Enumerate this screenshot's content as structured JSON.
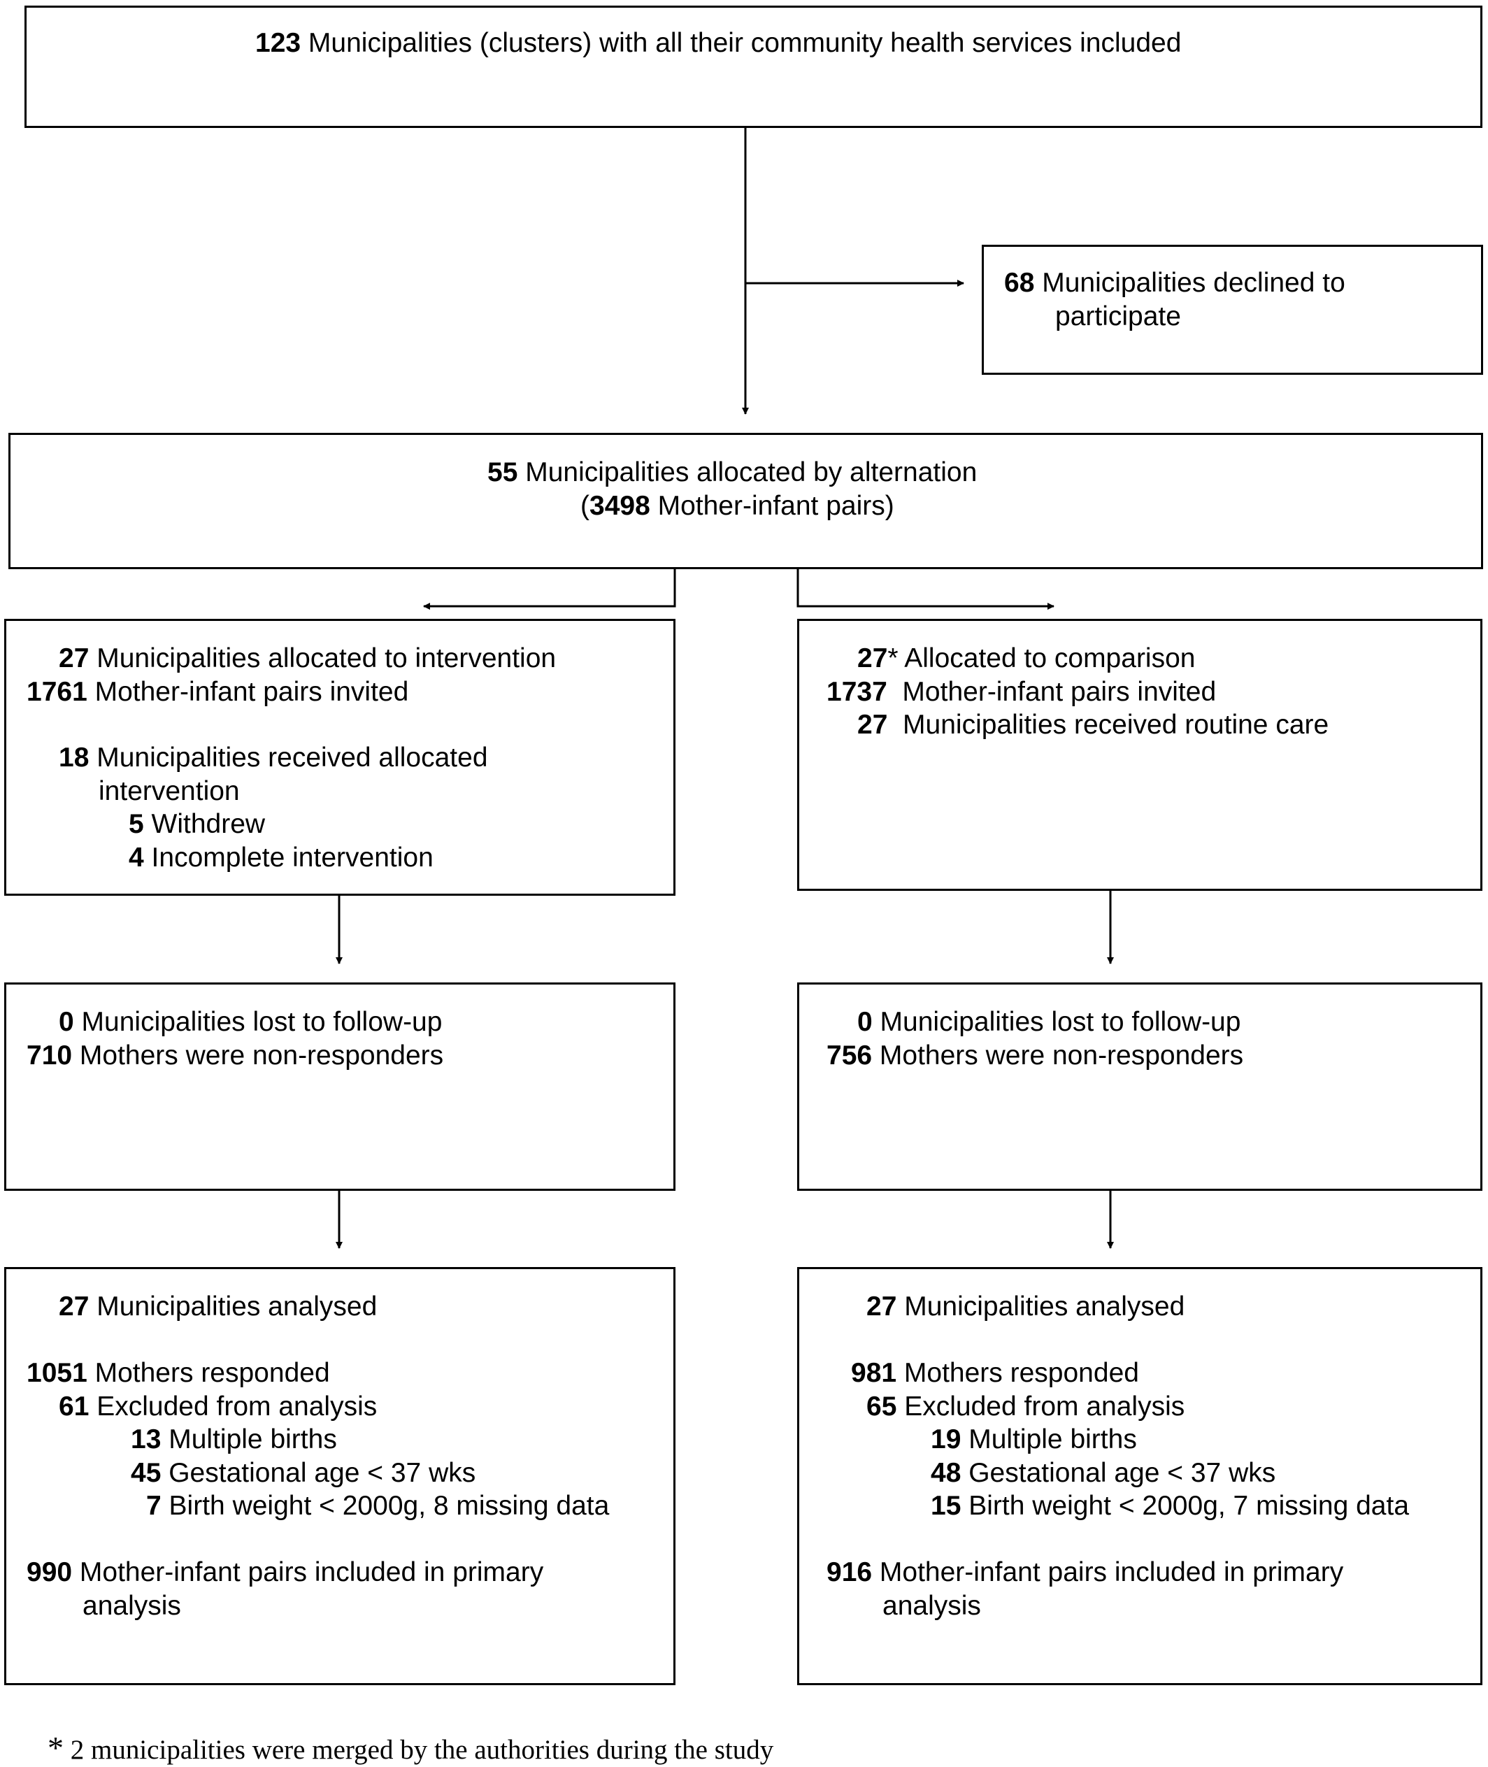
{
  "top": {
    "n": "123",
    "text": " Municipalities (clusters) with all their community health services included"
  },
  "declined": {
    "n": "68",
    "text1": " Municipalities declined to",
    "text2": "participate"
  },
  "allocated": {
    "n1": "55",
    "text1": " Municipalities allocated by alternation",
    "p_open": "(",
    "n2": "3498",
    "text2": " Mother-infant pairs)"
  },
  "intervention": {
    "l1n": "27",
    "l1t": " Municipalities allocated to intervention",
    "l2n": "1761",
    "l2t": " Mother-infant pairs invited",
    "l3n": "18",
    "l3t": " Municipalities received allocated",
    "l4t": "intervention",
    "l5n": "5",
    "l5t": " Withdrew",
    "l6n": "4",
    "l6t": " Incomplete intervention"
  },
  "comparison": {
    "l1n": "27",
    "l1t": "* Allocated to comparison",
    "l2n": "1737",
    "l2t": "  Mother-infant pairs invited",
    "l3n": "27",
    "l3t": "  Municipalities received routine care"
  },
  "followup_left": {
    "l1n": "0",
    "l1t": " Municipalities lost to follow-up",
    "l2n": "710",
    "l2t": " Mothers were non-responders"
  },
  "followup_right": {
    "l1n": "0",
    "l1t": " Municipalities lost to follow-up",
    "l2n": "756",
    "l2t": " Mothers were non-responders"
  },
  "analysis_left": {
    "l1n": "27",
    "l1t": " Municipalities analysed",
    "l2n": "1051",
    "l2t": " Mothers responded",
    "l3n": "61",
    "l3t": " Excluded from analysis",
    "l4n": "13",
    "l4t": " Multiple births",
    "l5n": "45",
    "l5t": " Gestational age < 37 wks",
    "l6n": "7",
    "l6t": " Birth weight < 2000g, 8 missing data",
    "l7n": "990",
    "l7t": " Mother-infant pairs included in primary",
    "l8t": "analysis"
  },
  "analysis_right": {
    "l1n": "27",
    "l1t": " Municipalities analysed",
    "l2n": "981",
    "l2t": " Mothers responded",
    "l3n": "65",
    "l3t": " Excluded from analysis",
    "l4n": "19",
    "l4t": " Multiple births",
    "l5n": "48",
    "l5t": " Gestational age < 37 wks",
    "l6n": "15",
    "l6t": " Birth weight < 2000g, 7 missing data",
    "l7n": "916",
    "l7t": " Mother-infant pairs included in primary",
    "l8t": "analysis"
  },
  "footnote": {
    "star": "*",
    "text": " 2 municipalities were merged by the authorities during the study"
  }
}
